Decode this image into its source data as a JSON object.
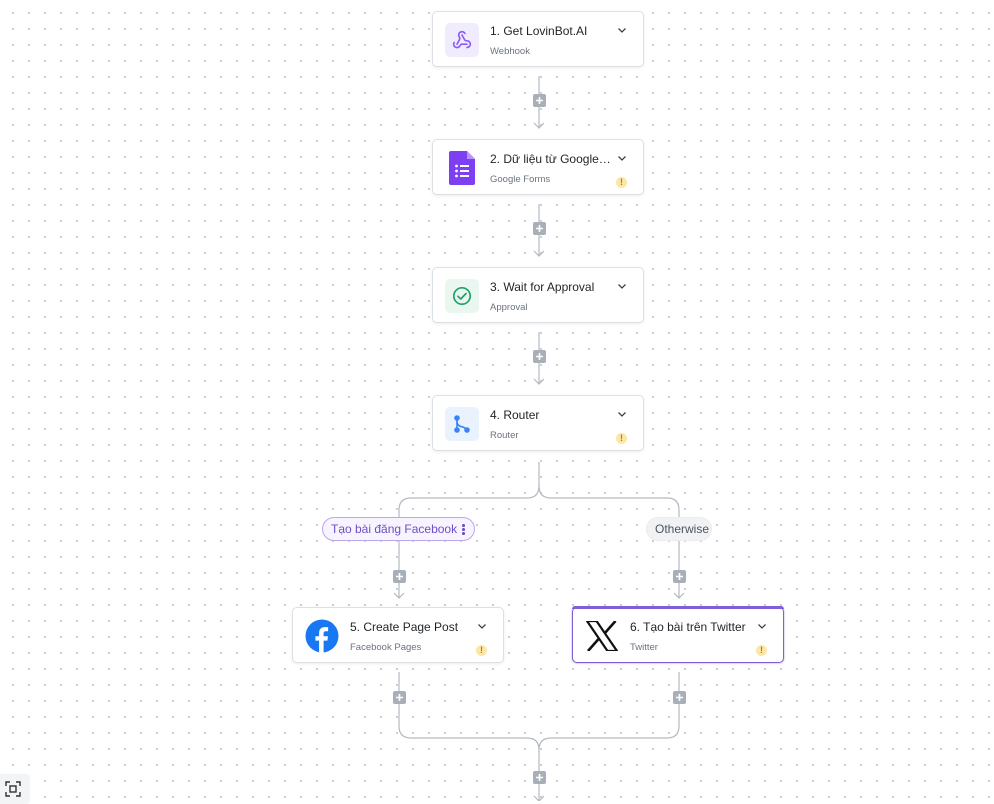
{
  "flow": {
    "steps": [
      {
        "title": "1. Get LovinBot.AI",
        "subtitle": "Webhook",
        "icon": "webhook-icon",
        "warning": false
      },
      {
        "title": "2. Dữ liệu từ Google F...",
        "subtitle": "Google Forms",
        "icon": "google-forms-icon",
        "warning": true
      },
      {
        "title": "3. Wait for Approval",
        "subtitle": "Approval",
        "icon": "approval-check-icon",
        "warning": false
      },
      {
        "title": "4. Router",
        "subtitle": "Router",
        "icon": "router-icon",
        "warning": true
      },
      {
        "title": "5. Create Page Post",
        "subtitle": "Facebook Pages",
        "icon": "facebook-icon",
        "warning": true
      },
      {
        "title": "6. Tạo bài trên Twitter",
        "subtitle": "Twitter",
        "icon": "x-twitter-icon",
        "warning": true,
        "selected": true
      }
    ],
    "branches": [
      {
        "label": "Tạo bài đăng Facebook"
      },
      {
        "label": "Otherwise"
      }
    ],
    "warning_glyph": "!"
  },
  "colors": {
    "webhook": "#8b5cf6",
    "google_forms": "#7e3ff2",
    "approval": "#22a06b",
    "router": "#3b82f6",
    "facebook": "#1877f2",
    "twitter": "#111111",
    "selected_border": "#7d5fd6",
    "connector": "#a9afb8"
  }
}
